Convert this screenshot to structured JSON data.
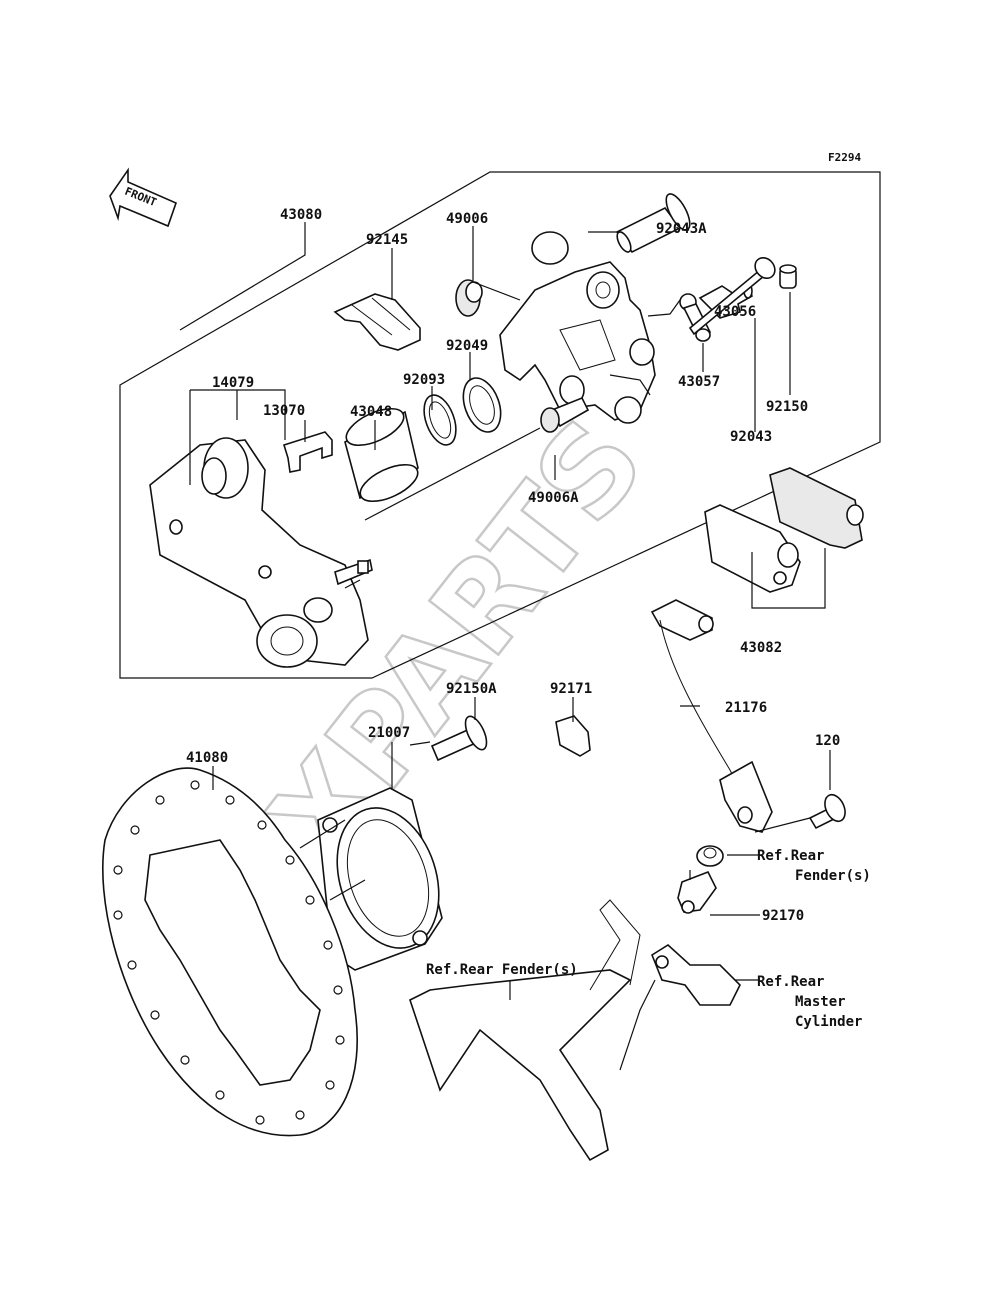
{
  "figure_code": "F2294",
  "front_arrow_label": "FRONT",
  "watermark": "XPARTS",
  "part_labels": {
    "p43080": "43080",
    "p92145": "92145",
    "p49006": "49006",
    "p92043A": "92043A",
    "p43056": "43056",
    "p43057": "43057",
    "p92049": "92049",
    "p14079": "14079",
    "p92093": "92093",
    "p13070": "13070",
    "p43048": "43048",
    "p92150": "92150",
    "p92043": "92043",
    "p49006A": "49006A",
    "p43082": "43082",
    "p92150A": "92150A",
    "p92171": "92171",
    "p21007": "21007",
    "p21176": "21176",
    "p41080": "41080",
    "p120": "120",
    "p92170": "92170"
  },
  "references": {
    "rear_fender_1": [
      "Ref.Rear",
      "Fender(s)"
    ],
    "rear_fender_2": "Ref.Rear Fender(s)",
    "rear_master_cylinder": [
      "Ref.Rear",
      "Master",
      "Cylinder"
    ]
  }
}
